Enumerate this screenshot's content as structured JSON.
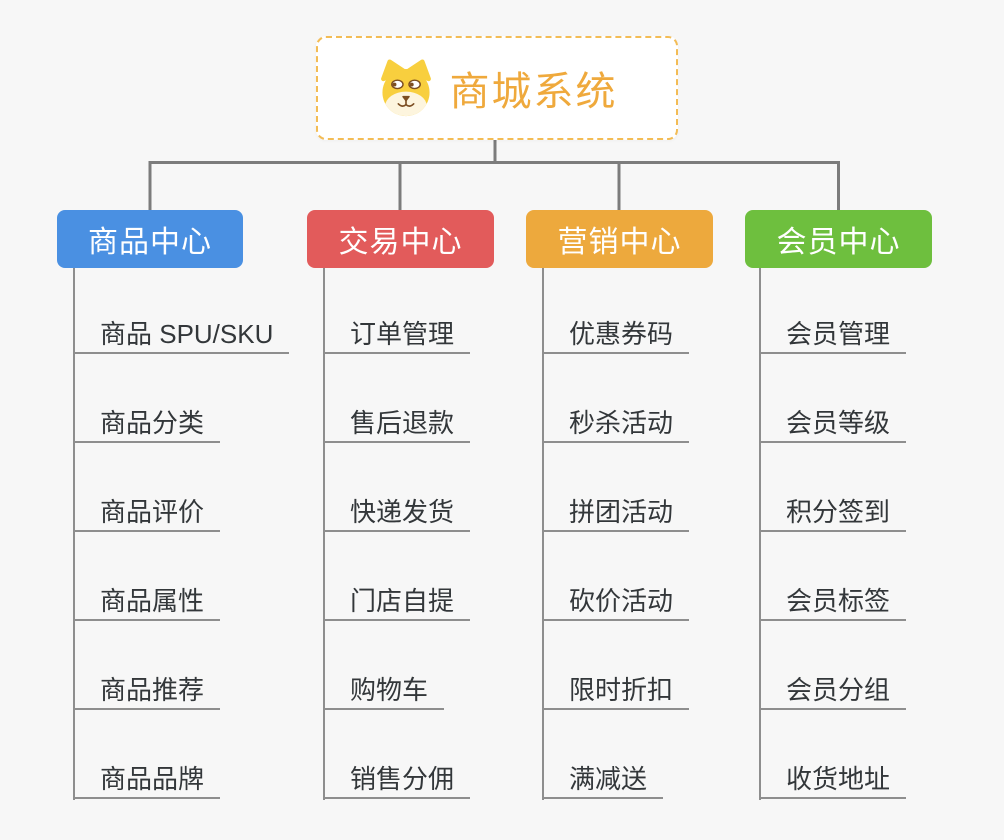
{
  "root": {
    "title": "商城系统",
    "icon": "dog-face-icon"
  },
  "branches": [
    {
      "label": "商品中心",
      "color": "#4A90E2",
      "items": [
        "商品 SPU/SKU",
        "商品分类",
        "商品评价",
        "商品属性",
        "商品推荐",
        "商品品牌"
      ]
    },
    {
      "label": "交易中心",
      "color": "#E25B5B",
      "items": [
        "订单管理",
        "售后退款",
        "快递发货",
        "门店自提",
        "购物车",
        "销售分佣"
      ]
    },
    {
      "label": "营销中心",
      "color": "#EDA93D",
      "items": [
        "优惠券码",
        "秒杀活动",
        "拼团活动",
        "砍价活动",
        "限时折扣",
        "满减送"
      ]
    },
    {
      "label": "会员中心",
      "color": "#6EBF3E",
      "items": [
        "会员管理",
        "会员等级",
        "积分签到",
        "会员标签",
        "会员分组",
        "收货地址"
      ]
    }
  ],
  "colors": {
    "background": "#F7F7F7",
    "connector": "#7C7C7C",
    "child_underline": "#8E8E8E",
    "root_border": "#F3BC55",
    "root_text": "#EFA93C",
    "child_text": "#33373A"
  }
}
